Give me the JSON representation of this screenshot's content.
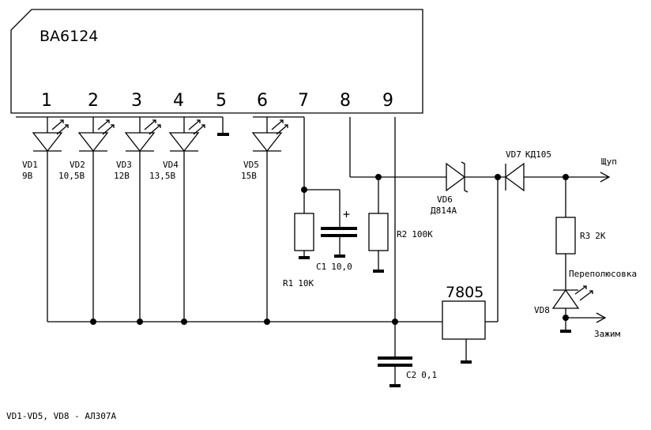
{
  "ic": {
    "name": "BA6124",
    "pins": [
      "1",
      "2",
      "3",
      "4",
      "5",
      "6",
      "7",
      "8",
      "9"
    ]
  },
  "leds": [
    {
      "ref": "VD1",
      "value": "9B"
    },
    {
      "ref": "VD2",
      "value": "10,5B"
    },
    {
      "ref": "VD3",
      "value": "12B"
    },
    {
      "ref": "VD4",
      "value": "13,5B"
    },
    {
      "ref": "VD5",
      "value": "15B"
    }
  ],
  "components": {
    "r1": {
      "ref": "R1",
      "value": "10K"
    },
    "r2": {
      "ref": "R2",
      "value": "100K"
    },
    "r3": {
      "ref": "R3",
      "value": "2K"
    },
    "c1": {
      "ref": "C1",
      "value": "10,0",
      "polarity": "+"
    },
    "c2": {
      "ref": "C2",
      "value": "0,1"
    },
    "vd6": {
      "ref": "VD6",
      "value": "Д814А"
    },
    "vd7": {
      "ref": "VD7",
      "value": "КД105"
    },
    "vd8": {
      "ref": "VD8"
    },
    "regulator": "7805"
  },
  "terminals": {
    "probe": "Щуп",
    "polarity": "Переполюсовка",
    "clamp": "Зажим"
  },
  "footnote": "VD1-VD5, VD8 - АЛ307А"
}
